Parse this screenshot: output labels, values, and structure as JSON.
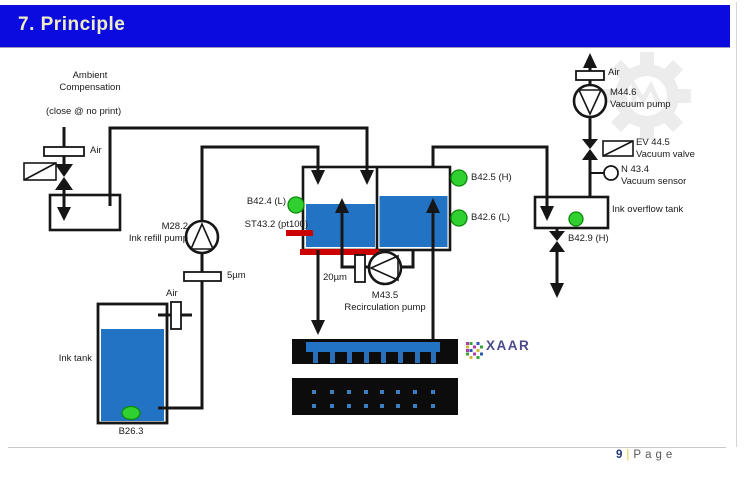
{
  "header": {
    "title": "7. Principle"
  },
  "labels": {
    "ambient": "Ambient Compensation",
    "ambient_note": "(close @ no print)",
    "air": "Air",
    "refill_pump_id": "M28.2",
    "refill_pump_name": "Ink refill pump",
    "filter_5um": "5µm",
    "ink_tank": "Ink tank",
    "ink_tank_sensor": "B26.3",
    "level_low_left": "B42.4 (L)",
    "temp_sensor": "ST43.2 (pt100)",
    "level_high": "B42.5 (H)",
    "level_low_right": "B42.6 (L)",
    "filter_20um": "20µm",
    "recirc_pump_id": "M43.5",
    "recirc_pump_name": "Recirculation pump",
    "vacuum_pump_id": "M44.6",
    "vacuum_pump_name": "Vacuum pump",
    "vacuum_valve_id": "EV 44.5",
    "vacuum_valve_name": "Vacuum valve",
    "vacuum_sensor_id": "N 43.4",
    "vacuum_sensor_name": "Vacuum sensor",
    "overflow_tank": "Ink overflow tank",
    "overflow_valve": "B42.9 (H)",
    "brand": "XAAR"
  },
  "footer": {
    "page_number": "9",
    "divider": "|",
    "page_label": "Page"
  },
  "colors": {
    "header_bar": "#0b0be0",
    "title_text": "#efedc6",
    "ink_blue": "#2273c4",
    "indicator_green": "#2fd02f",
    "heater_red": "#cc0000",
    "brand_purple": "#4a4a8e"
  }
}
